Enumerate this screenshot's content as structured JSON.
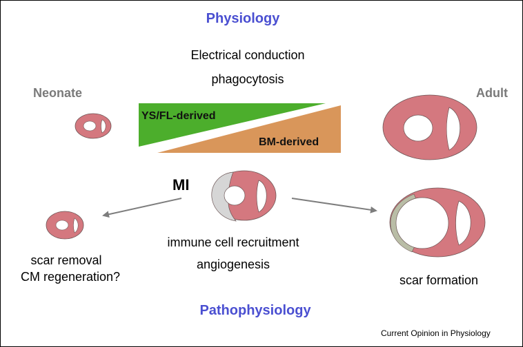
{
  "titles": {
    "physiology": "Physiology",
    "pathophysiology": "Pathophysiology"
  },
  "labels": {
    "neonate": "Neonate",
    "adult": "Adult",
    "mi": "MI",
    "electrical_conduction": "Electrical conduction",
    "phagocytosis": "phagocytosis",
    "ys_fl_derived": "YS/FL-derived",
    "bm_derived": "BM-derived",
    "immune_cell_recruitment": "immune cell recruitment",
    "angiogenesis": "angiogenesis",
    "scar_removal": "scar removal",
    "cm_regeneration": "CM regeneration?",
    "scar_formation": "scar formation",
    "credit": "Current Opinion in Physiology"
  },
  "colors": {
    "title_blue": "#4a4fd1",
    "age_gray": "#7a7a7a",
    "heart_pink": "#d4787f",
    "heart_outline": "#5a4a4a",
    "scar_gray": "#d4d4d4",
    "scar_old": "#b9bda6",
    "ys_green": "#4cae2c",
    "bm_orange": "#d9965a",
    "arrow_gray": "#7d7d7d"
  }
}
